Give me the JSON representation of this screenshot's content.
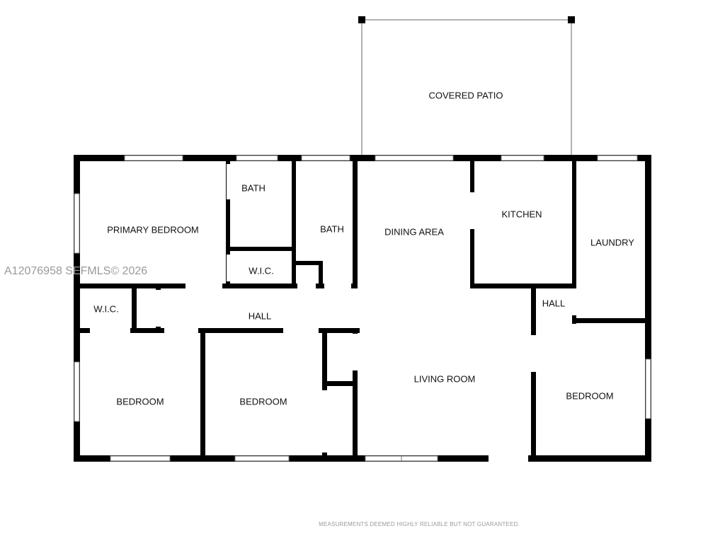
{
  "rooms": {
    "covered_patio": "COVERED PATIO",
    "primary_bedroom": "PRIMARY BEDROOM",
    "bath_1": "BATH",
    "bath_2": "BATH",
    "wic_primary": "W.I.C.",
    "dining_area": "DINING AREA",
    "kitchen": "KITCHEN",
    "laundry": "LAUNDRY",
    "hall_kitchen": "HALL",
    "wic_left": "W.I.C.",
    "hall_main": "HALL",
    "bedroom_1": "BEDROOM",
    "bedroom_2": "BEDROOM",
    "living_room": "LIVING ROOM",
    "bedroom_3": "BEDROOM"
  },
  "watermark": "A12076958  SEFMLS© 2026",
  "disclaimer": "MEASUREMENTS DEEMED HIGHLY RELIABLE BUT NOT GUARANTEED.",
  "colors": {
    "wall": "#000000",
    "window": "#777777",
    "watermark": "#9a9a9a"
  }
}
